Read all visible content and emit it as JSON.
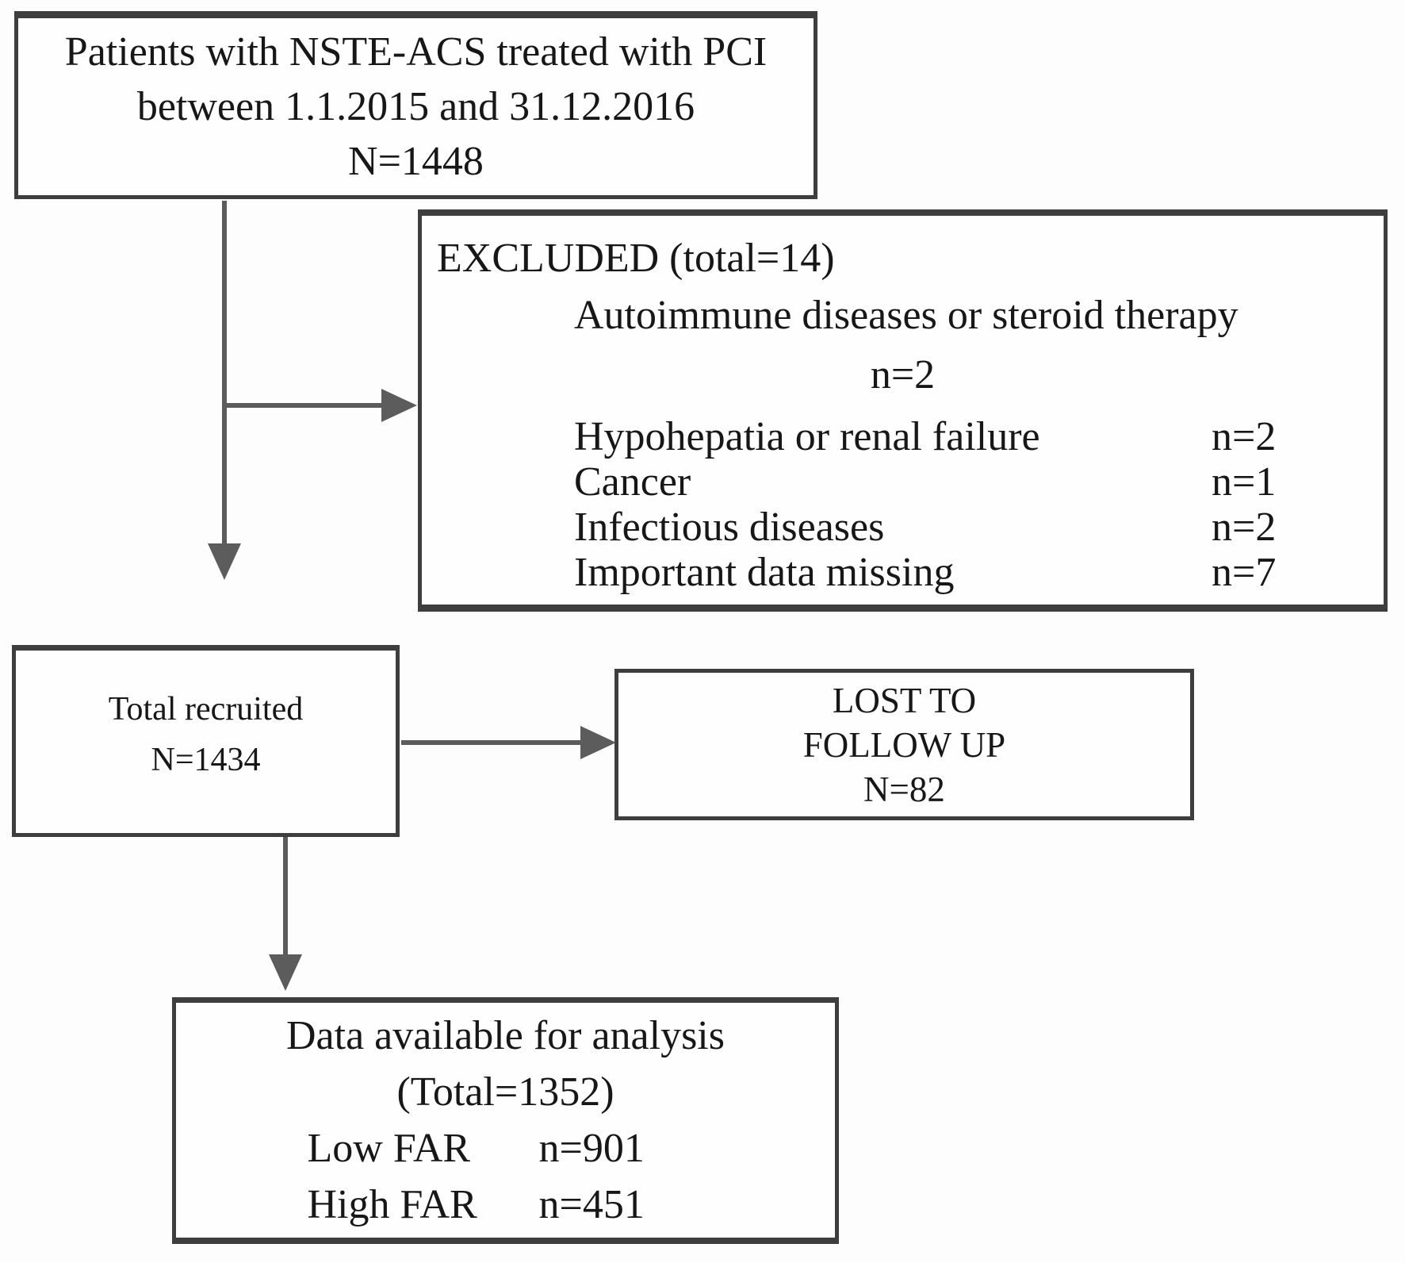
{
  "figure": {
    "kind": "patient-flow-diagram",
    "background_color": "#fdfdfd",
    "box_border_color": "#3e3e3e",
    "arrow_color": "#5c5c5c",
    "text_color": "#171717"
  },
  "boxes": {
    "source": {
      "line1": "Patients with NSTE-ACS treated with PCI",
      "line2": "between 1.1.2015 and 31.12.2016",
      "line3": "N=1448"
    },
    "excluded": {
      "title": "EXCLUDED (total=14)",
      "first_item": {
        "label": "Autoimmune diseases or steroid therapy",
        "value": "n=2"
      },
      "items": [
        {
          "label": "Hypohepatia or renal failure",
          "value": "n=2"
        },
        {
          "label": "Cancer",
          "value": "n=1"
        },
        {
          "label": "Infectious diseases",
          "value": "n=2"
        },
        {
          "label": "Important data missing",
          "value": "n=7"
        }
      ]
    },
    "recruited": {
      "line1": "Total recruited",
      "line2": "N=1434"
    },
    "lost": {
      "line1": "LOST TO",
      "line2": "FOLLOW UP",
      "line3": "N=82"
    },
    "analysis": {
      "line1": "Data available for analysis",
      "line2": "(Total=1352)",
      "groups": [
        {
          "label": "Low FAR",
          "value": "n=901"
        },
        {
          "label": "High FAR",
          "value": "n=451"
        }
      ]
    }
  }
}
